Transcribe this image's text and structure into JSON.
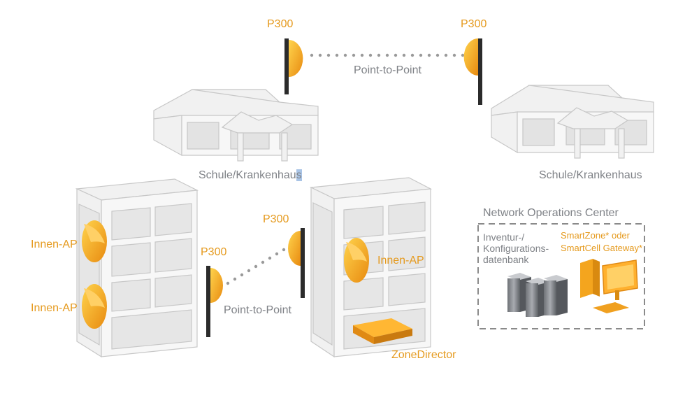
{
  "labels": {
    "p300_top_left": "P300",
    "p300_top_right": "P300",
    "ptp_top": "Point-to-Point",
    "building_left": "Schule/Krankenhau",
    "building_left_sel": "s",
    "building_right": "Schule/Krankenhaus",
    "innen_ap_1": "Innen-AP",
    "innen_ap_2": "Innen-AP",
    "innen_ap_3": "Innen-AP",
    "p300_mid_left": "P300",
    "p300_mid_right": "P300",
    "ptp_bottom": "Point-to-Point",
    "zonedirector": "ZoneDirector",
    "noc_title": "Network Operations Center",
    "inventory_db": "Inventur-/ Konfigurations- datenbank",
    "smartzone": "SmartZone* oder SmartCell Gateway*"
  },
  "colors": {
    "accent": "#e59a1e",
    "text_gray": "#7f8287",
    "building_fill": "#f1f1f1",
    "building_stroke": "#c7c7c7"
  },
  "icons": [
    "antenna-icon",
    "access-point-icon",
    "server-icon",
    "computer-icon",
    "controller-icon"
  ]
}
